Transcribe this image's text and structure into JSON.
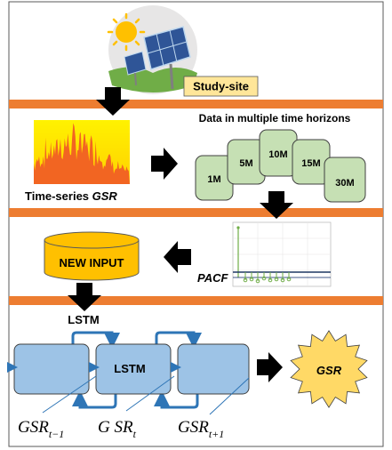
{
  "colors": {
    "band": "#ED7D31",
    "box_green": "#C6E0B4",
    "box_blue": "#9DC3E6",
    "cylinder": "#FFC000",
    "star": "#FFD966",
    "label_bg": "#FFE699",
    "arrow": "#000000",
    "flow_arrow": "#2E75B6"
  },
  "study_site": {
    "label": "Study-site",
    "icon": "solar-panel-sun-icon"
  },
  "timeseries": {
    "label_prefix": "Time-series ",
    "label_var": "GSR"
  },
  "horizons": {
    "title": "Data in multiple time horizons",
    "boxes": [
      "1M",
      "5M",
      "10M",
      "15M",
      "30M"
    ]
  },
  "new_input": {
    "label": "NEW INPUT"
  },
  "pacf": {
    "label": "PACF"
  },
  "lstm": {
    "top_label": "LSTM",
    "cell_label": "LSTM",
    "inputs": [
      {
        "base": "GSR",
        "sub": "t−1"
      },
      {
        "base": "G SR",
        "sub": "t"
      },
      {
        "base": "GSR",
        "sub": "t+1"
      }
    ]
  },
  "output": {
    "label": "GSR"
  }
}
